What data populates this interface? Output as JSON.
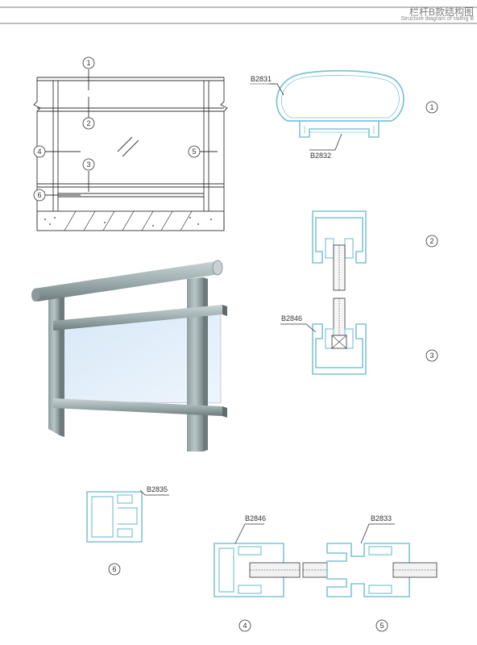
{
  "header": {
    "title": "栏杆B款结构图",
    "subtitle": "Structure diagram of railing B"
  },
  "elevation": {
    "callouts": [
      "1",
      "2",
      "3",
      "4",
      "5",
      "6"
    ]
  },
  "sections": [
    {
      "num": "1",
      "codes": [
        "B2831",
        "B2832"
      ]
    },
    {
      "num": "2",
      "codes": []
    },
    {
      "num": "3",
      "codes": [
        "B2846"
      ]
    },
    {
      "num": "6",
      "codes": [
        "B2835"
      ]
    },
    {
      "num": "4",
      "codes": [
        "B2846"
      ]
    },
    {
      "num": "5",
      "codes": [
        "B2833"
      ]
    }
  ],
  "colors": {
    "profile_stroke": "#7fc4d6",
    "line": "#333333",
    "glass": "#e4f0fa",
    "frame": "#a7b4b5"
  }
}
